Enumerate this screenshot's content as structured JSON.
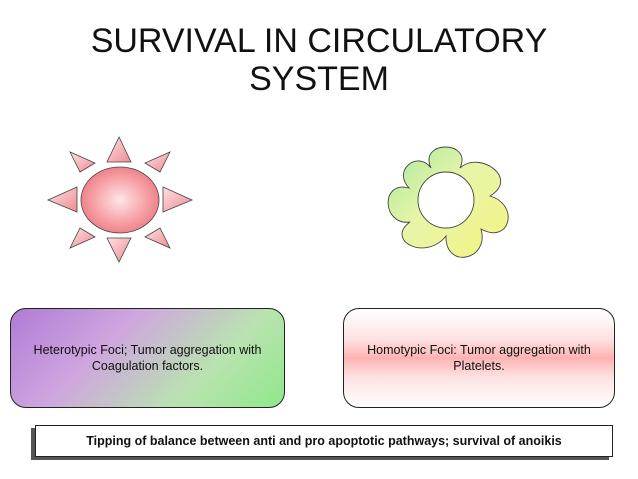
{
  "title": {
    "line1": "SURVIVAL IN CIRCULATORY",
    "line2": "SYSTEM"
  },
  "left_box": {
    "line1": "Heterotypic Foci; Tumor aggregation with",
    "line2": "Coagulation factors."
  },
  "right_box": {
    "line1": "Homotypic Foci: Tumor aggregation with",
    "line2": "Platelets."
  },
  "banner": {
    "text": "Tipping of balance between anti and pro apoptotic pathways; survival of anoikis"
  },
  "colors": {
    "sun": "#f07f86",
    "flower": "#f4f486",
    "flower_green": "#c8eba0"
  },
  "icons": {
    "left": "sun-shape",
    "right": "flower-shape"
  }
}
